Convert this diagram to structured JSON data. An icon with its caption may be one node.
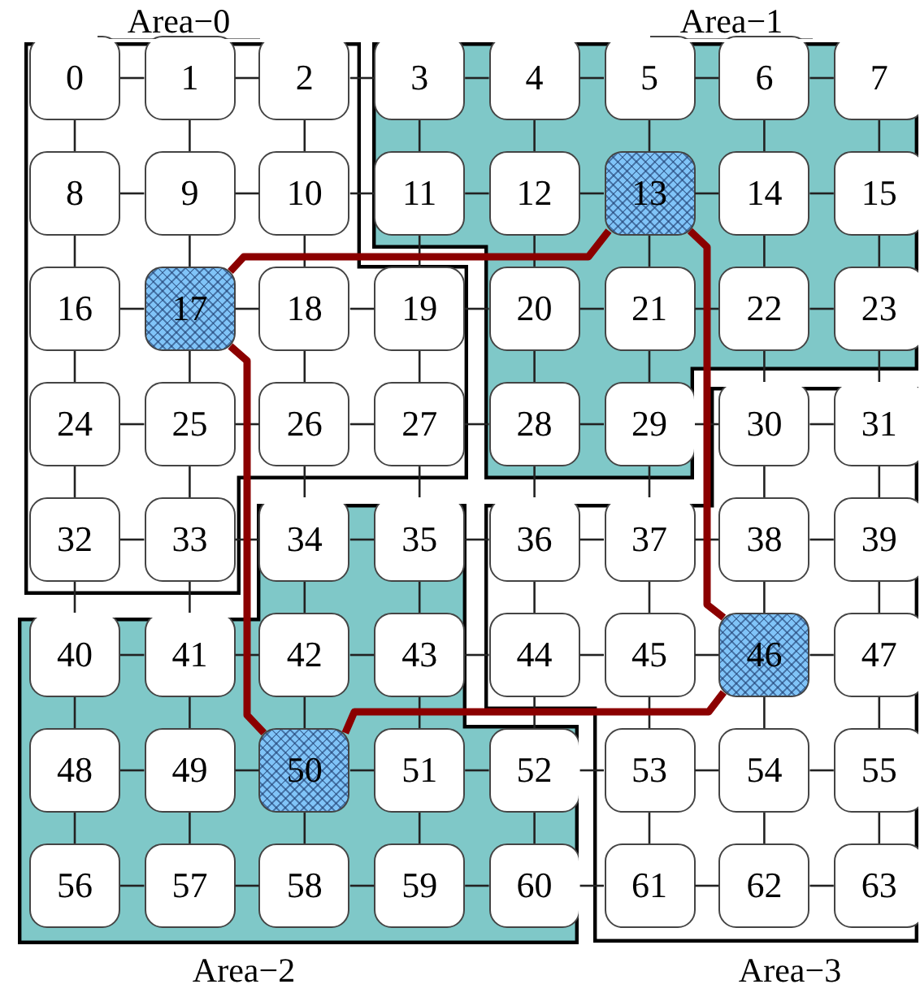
{
  "diagram": {
    "nodes": [
      {
        "text": [
          "Area−0"
        ]
      },
      {
        "text": [
          "Area−1"
        ]
      },
      {
        "text": [
          "Area−2"
        ]
      },
      {
        "text": [
          "Area−3"
        ]
      },
      {
        "text": [
          "0"
        ],
        "in": 0
      },
      {
        "text": [
          "1"
        ],
        "in": 0
      },
      {
        "text": [
          "2"
        ],
        "in": 0
      },
      {
        "text": [
          "3"
        ],
        "in": 1
      },
      {
        "text": [
          "4"
        ],
        "in": 1
      },
      {
        "text": [
          "5"
        ],
        "in": 1
      },
      {
        "text": [
          "6"
        ],
        "in": 1
      },
      {
        "text": [
          "7"
        ],
        "in": 1
      },
      {
        "text": [
          "8"
        ],
        "in": 0
      },
      {
        "text": [
          "9"
        ],
        "in": 0
      },
      {
        "text": [
          "10"
        ],
        "in": 0
      },
      {
        "text": [
          "11"
        ],
        "in": 1
      },
      {
        "text": [
          "12"
        ],
        "in": 1
      },
      {
        "text": [
          "13"
        ],
        "in": 1
      },
      {
        "text": [
          "14"
        ],
        "in": 1
      },
      {
        "text": [
          "15"
        ],
        "in": 1
      },
      {
        "text": [
          "16"
        ],
        "in": 0
      },
      {
        "text": [
          "17"
        ],
        "in": 0
      },
      {
        "text": [
          "18"
        ],
        "in": 0
      },
      {
        "text": [
          "19"
        ],
        "in": 0
      },
      {
        "text": [
          "20"
        ],
        "in": 1
      },
      {
        "text": [
          "21"
        ],
        "in": 1
      },
      {
        "text": [
          "22"
        ],
        "in": 1
      },
      {
        "text": [
          "23"
        ],
        "in": 1
      },
      {
        "text": [
          "24"
        ],
        "in": 0
      },
      {
        "text": [
          "25"
        ],
        "in": 0
      },
      {
        "text": [
          "26"
        ],
        "in": 0
      },
      {
        "text": [
          "27"
        ],
        "in": 0
      },
      {
        "text": [
          "28"
        ],
        "in": 1
      },
      {
        "text": [
          "29"
        ],
        "in": 1
      },
      {
        "text": [
          "30"
        ],
        "in": 3
      },
      {
        "text": [
          "31"
        ],
        "in": 3
      },
      {
        "text": [
          "32"
        ],
        "in": 0
      },
      {
        "text": [
          "33"
        ],
        "in": 0
      },
      {
        "text": [
          "34"
        ],
        "in": 2
      },
      {
        "text": [
          "35"
        ],
        "in": 2
      },
      {
        "text": [
          "36"
        ],
        "in": 3
      },
      {
        "text": [
          "37"
        ],
        "in": 3
      },
      {
        "text": [
          "38"
        ],
        "in": 3
      },
      {
        "text": [
          "39"
        ],
        "in": 3
      },
      {
        "text": [
          "40"
        ],
        "in": 2
      },
      {
        "text": [
          "41"
        ],
        "in": 2
      },
      {
        "text": [
          "42"
        ],
        "in": 2
      },
      {
        "text": [
          "43"
        ],
        "in": 2
      },
      {
        "text": [
          "44"
        ],
        "in": 3
      },
      {
        "text": [
          "45"
        ],
        "in": 3
      },
      {
        "text": [
          "46"
        ],
        "in": 3
      },
      {
        "text": [
          "47"
        ],
        "in": 3
      },
      {
        "text": [
          "48"
        ],
        "in": 2
      },
      {
        "text": [
          "49"
        ],
        "in": 2
      },
      {
        "text": [
          "50"
        ],
        "in": 2
      },
      {
        "text": [
          "51"
        ],
        "in": 2
      },
      {
        "text": [
          "52"
        ],
        "in": 2
      },
      {
        "text": [
          "53"
        ],
        "in": 3
      },
      {
        "text": [
          "54"
        ],
        "in": 3
      },
      {
        "text": [
          "55"
        ],
        "in": 3
      },
      {
        "text": [
          "56"
        ],
        "in": 2
      },
      {
        "text": [
          "57"
        ],
        "in": 2
      },
      {
        "text": [
          "58"
        ],
        "in": 2
      },
      {
        "text": [
          "59"
        ],
        "in": 2
      },
      {
        "text": [
          "60"
        ],
        "in": 2
      },
      {
        "text": [
          "61"
        ],
        "in": 3
      },
      {
        "text": [
          "62"
        ],
        "in": 3
      },
      {
        "text": [
          "63"
        ],
        "in": 3
      }
    ],
    "edges": [
      {
        "from": 4,
        "to": 5,
        "arrow": "none"
      },
      {
        "from": 5,
        "to": 6,
        "arrow": "none"
      },
      {
        "from": 6,
        "to": 7,
        "arrow": "none"
      },
      {
        "from": 7,
        "to": 8,
        "arrow": "none"
      },
      {
        "from": 8,
        "to": 9,
        "arrow": "none"
      },
      {
        "from": 9,
        "to": 10,
        "arrow": "none"
      },
      {
        "from": 10,
        "to": 11,
        "arrow": "none"
      },
      {
        "from": 12,
        "to": 13,
        "arrow": "none"
      },
      {
        "from": 13,
        "to": 14,
        "arrow": "none"
      },
      {
        "from": 14,
        "to": 15,
        "arrow": "none"
      },
      {
        "from": 15,
        "to": 16,
        "arrow": "none"
      },
      {
        "from": 16,
        "to": 17,
        "arrow": "none"
      },
      {
        "from": 17,
        "to": 18,
        "arrow": "none"
      },
      {
        "from": 18,
        "to": 19,
        "arrow": "none"
      },
      {
        "from": 20,
        "to": 21,
        "arrow": "none"
      },
      {
        "from": 21,
        "to": 22,
        "arrow": "none"
      },
      {
        "from": 22,
        "to": 23,
        "arrow": "none"
      },
      {
        "from": 23,
        "to": 24,
        "arrow": "none"
      },
      {
        "from": 24,
        "to": 25,
        "arrow": "none"
      },
      {
        "from": 25,
        "to": 26,
        "arrow": "none"
      },
      {
        "from": 26,
        "to": 27,
        "arrow": "none"
      },
      {
        "from": 28,
        "to": 29,
        "arrow": "none"
      },
      {
        "from": 29,
        "to": 30,
        "arrow": "none"
      },
      {
        "from": 30,
        "to": 31,
        "arrow": "none"
      },
      {
        "from": 31,
        "to": 32,
        "arrow": "none"
      },
      {
        "from": 32,
        "to": 33,
        "arrow": "none"
      },
      {
        "from": 33,
        "to": 34,
        "arrow": "none"
      },
      {
        "from": 34,
        "to": 35,
        "arrow": "none"
      },
      {
        "from": 36,
        "to": 37,
        "arrow": "none"
      },
      {
        "from": 37,
        "to": 38,
        "arrow": "none"
      },
      {
        "from": 38,
        "to": 39,
        "arrow": "none"
      },
      {
        "from": 39,
        "to": 40,
        "arrow": "none"
      },
      {
        "from": 40,
        "to": 41,
        "arrow": "none"
      },
      {
        "from": 41,
        "to": 42,
        "arrow": "none"
      },
      {
        "from": 42,
        "to": 43,
        "arrow": "none"
      },
      {
        "from": 44,
        "to": 45,
        "arrow": "none"
      },
      {
        "from": 45,
        "to": 46,
        "arrow": "none"
      },
      {
        "from": 46,
        "to": 47,
        "arrow": "none"
      },
      {
        "from": 47,
        "to": 48,
        "arrow": "none"
      },
      {
        "from": 48,
        "to": 49,
        "arrow": "none"
      },
      {
        "from": 49,
        "to": 50,
        "arrow": "none"
      },
      {
        "from": 50,
        "to": 51,
        "arrow": "none"
      },
      {
        "from": 52,
        "to": 53,
        "arrow": "none"
      },
      {
        "from": 53,
        "to": 54,
        "arrow": "none"
      },
      {
        "from": 54,
        "to": 55,
        "arrow": "none"
      },
      {
        "from": 55,
        "to": 56,
        "arrow": "none"
      },
      {
        "from": 56,
        "to": 57,
        "arrow": "none"
      },
      {
        "from": 57,
        "to": 58,
        "arrow": "none"
      },
      {
        "from": 58,
        "to": 59,
        "arrow": "none"
      },
      {
        "from": 60,
        "to": 61,
        "arrow": "none"
      },
      {
        "from": 61,
        "to": 62,
        "arrow": "none"
      },
      {
        "from": 62,
        "to": 63,
        "arrow": "none"
      },
      {
        "from": 63,
        "to": 64,
        "arrow": "none"
      },
      {
        "from": 64,
        "to": 65,
        "arrow": "none"
      },
      {
        "from": 65,
        "to": 66,
        "arrow": "none"
      },
      {
        "from": 66,
        "to": 67,
        "arrow": "none"
      },
      {
        "from": 4,
        "to": 12,
        "arrow": "none"
      },
      {
        "from": 5,
        "to": 13,
        "arrow": "none"
      },
      {
        "from": 6,
        "to": 14,
        "arrow": "none"
      },
      {
        "from": 7,
        "to": 15,
        "arrow": "none"
      },
      {
        "from": 8,
        "to": 16,
        "arrow": "none"
      },
      {
        "from": 9,
        "to": 17,
        "arrow": "none"
      },
      {
        "from": 10,
        "to": 18,
        "arrow": "none"
      },
      {
        "from": 11,
        "to": 19,
        "arrow": "none"
      },
      {
        "from": 12,
        "to": 20,
        "arrow": "none"
      },
      {
        "from": 13,
        "to": 21,
        "arrow": "none"
      },
      {
        "from": 14,
        "to": 22,
        "arrow": "none"
      },
      {
        "from": 15,
        "to": 23,
        "arrow": "none"
      },
      {
        "from": 16,
        "to": 24,
        "arrow": "none"
      },
      {
        "from": 17,
        "to": 25,
        "arrow": "none"
      },
      {
        "from": 18,
        "to": 26,
        "arrow": "none"
      },
      {
        "from": 19,
        "to": 27,
        "arrow": "none"
      },
      {
        "from": 20,
        "to": 28,
        "arrow": "none"
      },
      {
        "from": 21,
        "to": 29,
        "arrow": "none"
      },
      {
        "from": 22,
        "to": 30,
        "arrow": "none"
      },
      {
        "from": 23,
        "to": 31,
        "arrow": "none"
      },
      {
        "from": 24,
        "to": 32,
        "arrow": "none"
      },
      {
        "from": 25,
        "to": 33,
        "arrow": "none"
      },
      {
        "from": 26,
        "to": 34,
        "arrow": "none"
      },
      {
        "from": 27,
        "to": 35,
        "arrow": "none"
      },
      {
        "from": 28,
        "to": 36,
        "arrow": "none"
      },
      {
        "from": 29,
        "to": 37,
        "arrow": "none"
      },
      {
        "from": 30,
        "to": 38,
        "arrow": "none"
      },
      {
        "from": 31,
        "to": 39,
        "arrow": "none"
      },
      {
        "from": 32,
        "to": 40,
        "arrow": "none"
      },
      {
        "from": 33,
        "to": 41,
        "arrow": "none"
      },
      {
        "from": 34,
        "to": 42,
        "arrow": "none"
      },
      {
        "from": 35,
        "to": 43,
        "arrow": "none"
      },
      {
        "from": 36,
        "to": 44,
        "arrow": "none"
      },
      {
        "from": 37,
        "to": 45,
        "arrow": "none"
      },
      {
        "from": 38,
        "to": 46,
        "arrow": "none"
      },
      {
        "from": 39,
        "to": 47,
        "arrow": "none"
      },
      {
        "from": 40,
        "to": 48,
        "arrow": "none"
      },
      {
        "from": 41,
        "to": 49,
        "arrow": "none"
      },
      {
        "from": 42,
        "to": 50,
        "arrow": "none"
      },
      {
        "from": 43,
        "to": 51,
        "arrow": "none"
      },
      {
        "from": 44,
        "to": 52,
        "arrow": "none"
      },
      {
        "from": 45,
        "to": 53,
        "arrow": "none"
      },
      {
        "from": 46,
        "to": 54,
        "arrow": "none"
      },
      {
        "from": 47,
        "to": 55,
        "arrow": "none"
      },
      {
        "from": 48,
        "to": 56,
        "arrow": "none"
      },
      {
        "from": 49,
        "to": 57,
        "arrow": "none"
      },
      {
        "from": 50,
        "to": 58,
        "arrow": "none"
      },
      {
        "from": 51,
        "to": 59,
        "arrow": "none"
      },
      {
        "from": 52,
        "to": 60,
        "arrow": "none"
      },
      {
        "from": 53,
        "to": 61,
        "arrow": "none"
      },
      {
        "from": 54,
        "to": 62,
        "arrow": "none"
      },
      {
        "from": 55,
        "to": 63,
        "arrow": "none"
      },
      {
        "from": 56,
        "to": 64,
        "arrow": "none"
      },
      {
        "from": 57,
        "to": 65,
        "arrow": "none"
      },
      {
        "from": 58,
        "to": 66,
        "arrow": "none"
      },
      {
        "from": 59,
        "to": 67,
        "arrow": "none"
      },
      {
        "from": 21,
        "to": 17,
        "arrow": "none",
        "style": "thick",
        "color": "#8b0000"
      },
      {
        "from": 17,
        "to": 50,
        "arrow": "none",
        "style": "thick",
        "color": "#8b0000"
      },
      {
        "from": 50,
        "to": 54,
        "arrow": "none",
        "style": "thick",
        "color": "#8b0000"
      },
      {
        "from": 54,
        "to": 21,
        "arrow": "none",
        "style": "thick",
        "color": "#8b0000"
      }
    ]
  }
}
